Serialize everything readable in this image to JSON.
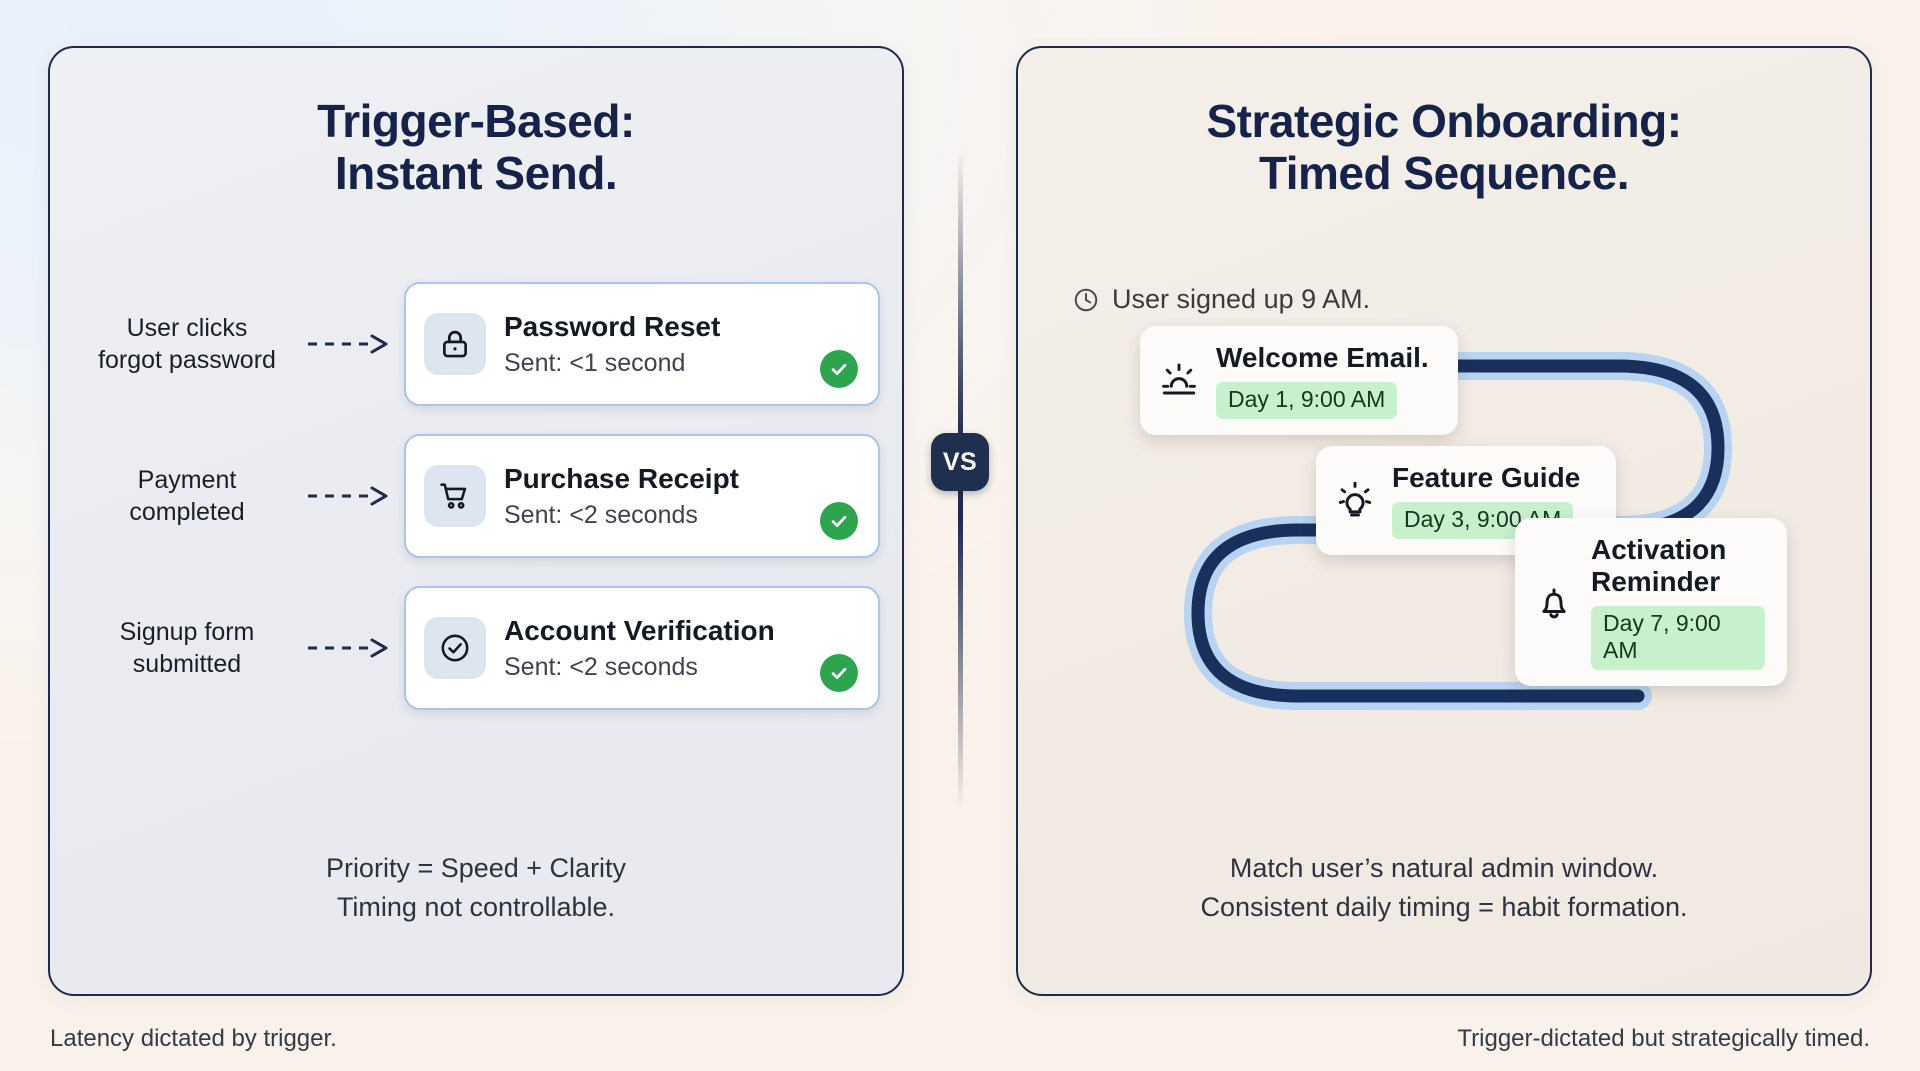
{
  "left": {
    "title": "Trigger-Based:\nInstant Send.",
    "rows": [
      {
        "trigger": "User clicks\nforgot password",
        "title": "Password Reset",
        "sent": "Sent: <1 second",
        "icon": "lock-icon",
        "status": "check"
      },
      {
        "trigger": "Payment\ncompleted",
        "title": "Purchase Receipt",
        "sent": "Sent: <2 seconds",
        "icon": "cart-icon",
        "status": "check"
      },
      {
        "trigger": "Signup form\nsubmitted",
        "title": "Account Verification",
        "sent": "Sent: <2 seconds",
        "icon": "check-circle-icon",
        "status": "check"
      }
    ],
    "footnote": "Priority = Speed + Clarity\nTiming not controllable.",
    "caption": "Latency dictated by trigger."
  },
  "right": {
    "title": "Strategic Onboarding:\nTimed Sequence.",
    "signup": "User signed up 9 AM.",
    "signup_icon": "clock-icon",
    "cards": [
      {
        "title": "Welcome Email.",
        "chip": "Day 1, 9:00 AM",
        "icon": "sunrise-icon"
      },
      {
        "title": "Feature Guide",
        "chip": "Day 3, 9:00 AM",
        "icon": "lightbulb-icon"
      },
      {
        "title": "Activation\nReminder",
        "chip": "Day 7, 9:00 AM",
        "icon": "bell-icon"
      }
    ],
    "footnote": "Match user’s natural admin window.\nConsistent daily timing = habit formation.",
    "caption": "Trigger-dictated but strategically timed."
  },
  "divider": {
    "label": "VS"
  },
  "colors": {
    "navy": "#1f2b4d",
    "card_border_blue": "#a9c6e8",
    "icon_tile": "#dde5f1",
    "check_green": "#2ea44f",
    "chip_green": "#c8f0cd",
    "path_dark": "#19305c",
    "path_light": "#b9d3f2",
    "left_panel_bg": "#e9ebf0",
    "right_panel_bg": "#f1ebe4"
  }
}
